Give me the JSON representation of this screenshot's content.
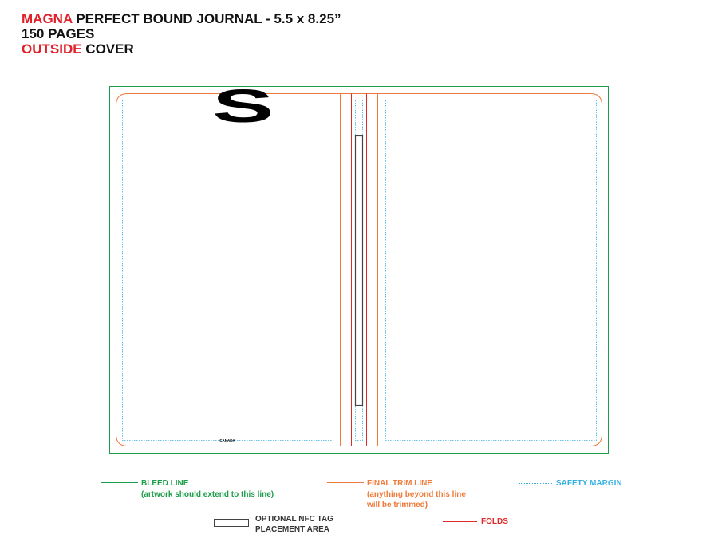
{
  "header": {
    "line1_accent": "MAGNA",
    "line1_rest": " PERFECT BOUND JOURNAL - 5.5 x 8.25”",
    "line2": "150 PAGES",
    "line3_accent": "OUTSIDE",
    "line3_rest": " COVER"
  },
  "template": {
    "logo_letter": "S",
    "back_cover_label": "CANADA"
  },
  "legend": {
    "bleed_title": "BLEED LINE",
    "bleed_note": "(artwork should extend to this line)",
    "trim_title": "FINAL TRIM LINE",
    "trim_note_1": "(anything beyond this line",
    "trim_note_2": "will be trimmed)",
    "safety_title": "SAFETY MARGIN",
    "nfc_title_1": "OPTIONAL NFC TAG",
    "nfc_title_2": "PLACEMENT AREA",
    "folds_title": "FOLDS"
  },
  "colors": {
    "accent_red": "#e0202a",
    "bleed_green": "#1e9e4a",
    "trim_orange": "#f07a3a",
    "safety_cyan": "#36b0e0",
    "fold_red": "#e02a2a",
    "nfc_gray": "#444444"
  }
}
